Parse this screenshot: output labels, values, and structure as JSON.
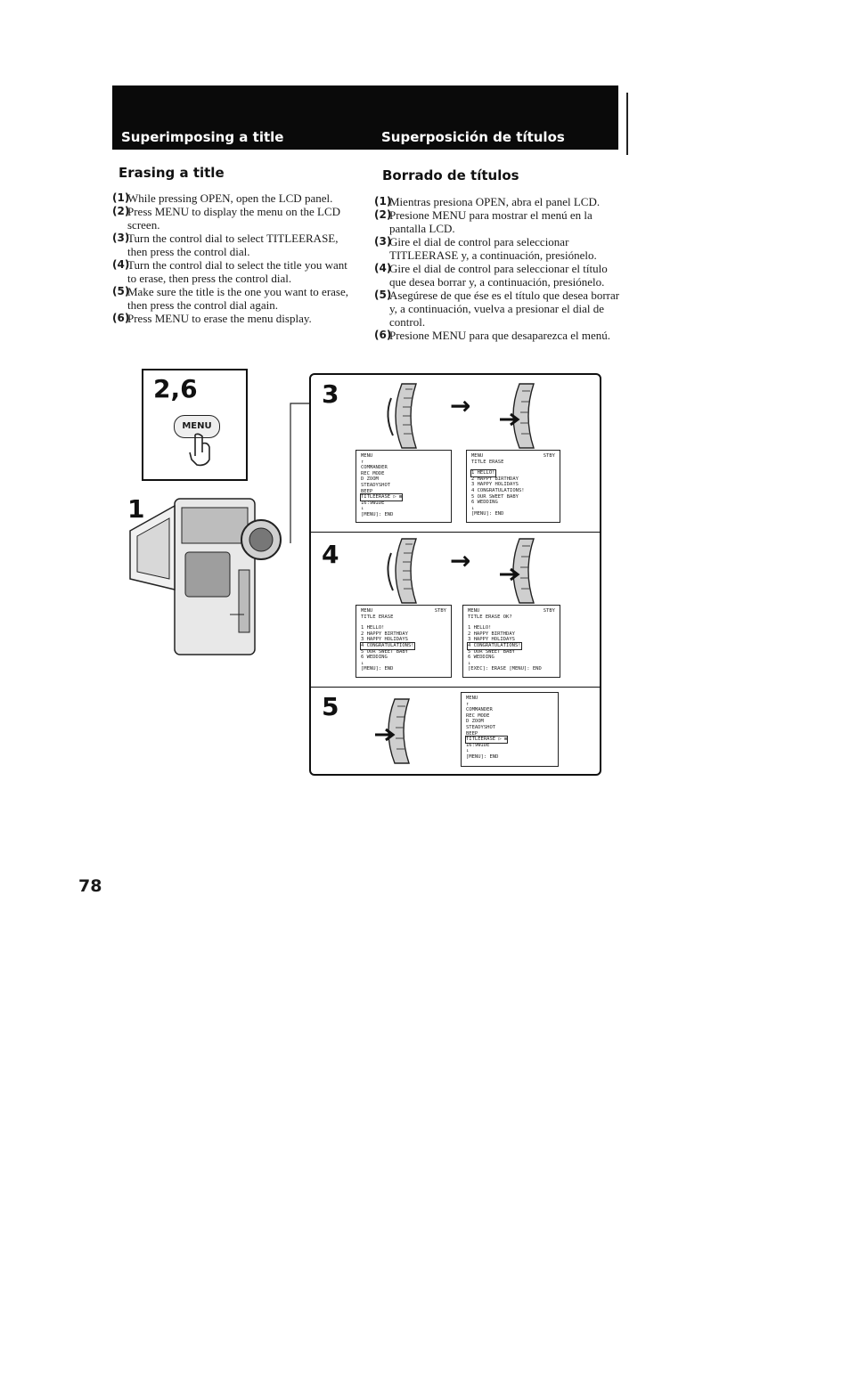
{
  "header": {
    "en_title": "Superimposing a title",
    "es_title": "Superposición de títulos"
  },
  "english": {
    "heading": "Erasing a title",
    "steps": [
      {
        "num": "(1)",
        "text": "While pressing OPEN, open the LCD panel."
      },
      {
        "num": "(2)",
        "text": "Press MENU to display the menu on the LCD screen."
      },
      {
        "num": "(3)",
        "text": "Turn the control dial to select TITLEERASE, then press the control dial."
      },
      {
        "num": "(4)",
        "text": "Turn the control dial to select the title you want to erase, then press the control dial."
      },
      {
        "num": "(5)",
        "text": "Make sure the title is the one you want to erase, then press the control dial again."
      },
      {
        "num": "(6)",
        "text": "Press MENU to erase the menu display."
      }
    ]
  },
  "spanish": {
    "heading": "Borrado de títulos",
    "steps": [
      {
        "num": "(1)",
        "text": "Mientras presiona OPEN, abra el panel LCD."
      },
      {
        "num": "(2)",
        "text": "Presione MENU para mostrar el menú en la pantalla LCD."
      },
      {
        "num": "(3)",
        "text": "Gire el dial de control para seleccionar TITLEERASE y, a continuación, presiónelo."
      },
      {
        "num": "(4)",
        "text": "Gire el dial de control para seleccionar el título que desea borrar y, a continuación, presiónelo."
      },
      {
        "num": "(5)",
        "text": "Asegúrese de que ése es el título que desea borrar y, a continuación, vuelva a presionar el dial de control."
      },
      {
        "num": "(6)",
        "text": "Presione MENU para que desaparezca el menú."
      }
    ]
  },
  "figure": {
    "callout_26": "2,6",
    "menu_key": "MENU",
    "step_1": "1",
    "step_3": "3",
    "step_4": "4",
    "step_5": "5",
    "arrow": "→",
    "screens": {
      "s3a": {
        "stby": "",
        "lines": [
          "MENU",
          "↑",
          "COMMANDER",
          "REC MODE",
          "D ZOOM",
          "STEADYSHOT",
          "BEEP",
          "TITLEERASE ▷ ⊞",
          "16:9WIDE",
          "↓",
          "[MENU]: END"
        ],
        "selected": 7
      },
      "s3b": {
        "stby": "STBY",
        "lines": [
          "MENU",
          "TITLE ERASE",
          "",
          "1 HELLO!",
          "2 HAPPY BIRTHDAY",
          "3 HAPPY HOLIDAYS",
          "4 CONGRATULATIONS!",
          "5 OUR SWEET BABY",
          "6 WEDDING",
          "↓",
          "[MENU]: END"
        ],
        "selected": 3
      },
      "s4a": {
        "stby": "STBY",
        "lines": [
          "MENU",
          "TITLE ERASE",
          "",
          "1 HELLO!",
          "2 HAPPY BIRTHDAY",
          "3 HAPPY HOLIDAYS",
          "4 CONGRATULATIONS!",
          "5 OUR SWEET BABY",
          "6 WEDDING",
          "↓",
          "[MENU]: END"
        ],
        "selected": 6
      },
      "s4b": {
        "stby": "STBY",
        "lines": [
          "MENU",
          "TITLE ERASE OK?",
          "",
          "1 HELLO!",
          "2 HAPPY BIRTHDAY",
          "3 HAPPY HOLIDAYS",
          "4 CONGRATULATIONS!",
          "5 OUR SWEET BABY",
          "6 WEDDING",
          "↓",
          "[EXEC]: ERASE  [MENU]: END"
        ],
        "selected": 6
      },
      "s5": {
        "stby": "",
        "lines": [
          "MENU",
          "↑",
          "COMMANDER",
          "REC MODE",
          "D ZOOM",
          "STEADYSHOT",
          "BEEP",
          "TITLEERASE ▷ ⊞",
          "16:9WIDE",
          "↓",
          "[MENU]: END"
        ],
        "selected": 7
      }
    }
  },
  "page_number": "78"
}
